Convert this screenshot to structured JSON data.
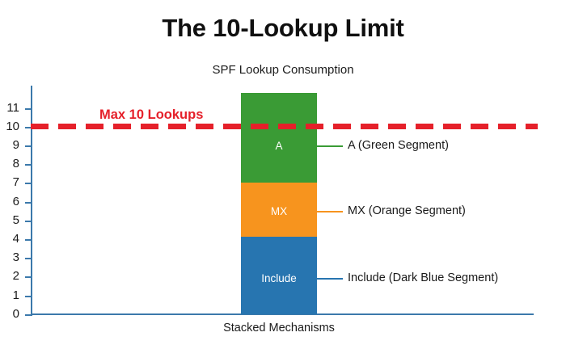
{
  "header": {
    "title": "The 10-Lookup Limit",
    "subtitle": "SPF Lookup Consumption"
  },
  "chart_data": {
    "type": "bar",
    "title": "SPF Lookup Consumption",
    "xlabel": "Stacked Mechanisms",
    "ylabel": "",
    "ylim": [
      0,
      11.8
    ],
    "yticks": [
      0,
      1,
      2,
      3,
      4,
      5,
      6,
      7,
      8,
      9,
      10,
      11
    ],
    "ytick_labels": [
      "0",
      "1",
      "2",
      "3",
      "4",
      "5",
      "6",
      "7",
      "8",
      "9",
      "10",
      "11"
    ],
    "grid": false,
    "legend": "right-callouts",
    "categories": [
      "Stacked Mechanisms"
    ],
    "stacked": true,
    "series": [
      {
        "name": "Include",
        "label": "Include",
        "values": [
          4.1
        ],
        "base": 0,
        "top": 4.1,
        "color": "#2775b0",
        "callout": "Include (Dark Blue Segment)"
      },
      {
        "name": "MX",
        "label": "MX",
        "values": [
          2.9
        ],
        "base": 4.1,
        "top": 7.0,
        "color": "#f7941e",
        "callout": "MX (Orange Segment)"
      },
      {
        "name": "A",
        "label": "A",
        "values": [
          4.8
        ],
        "base": 7.0,
        "top": 11.8,
        "color": "#3a9b35",
        "callout": "A (Green Segment)"
      }
    ],
    "total": 11.8,
    "annotations": [
      {
        "name": "max-lookups-threshold",
        "label": "Max 10 Lookups",
        "value": 10,
        "color": "#e5202a",
        "style": "dashed-horizontal-line"
      }
    ],
    "axis_color": "#3b79ab"
  }
}
